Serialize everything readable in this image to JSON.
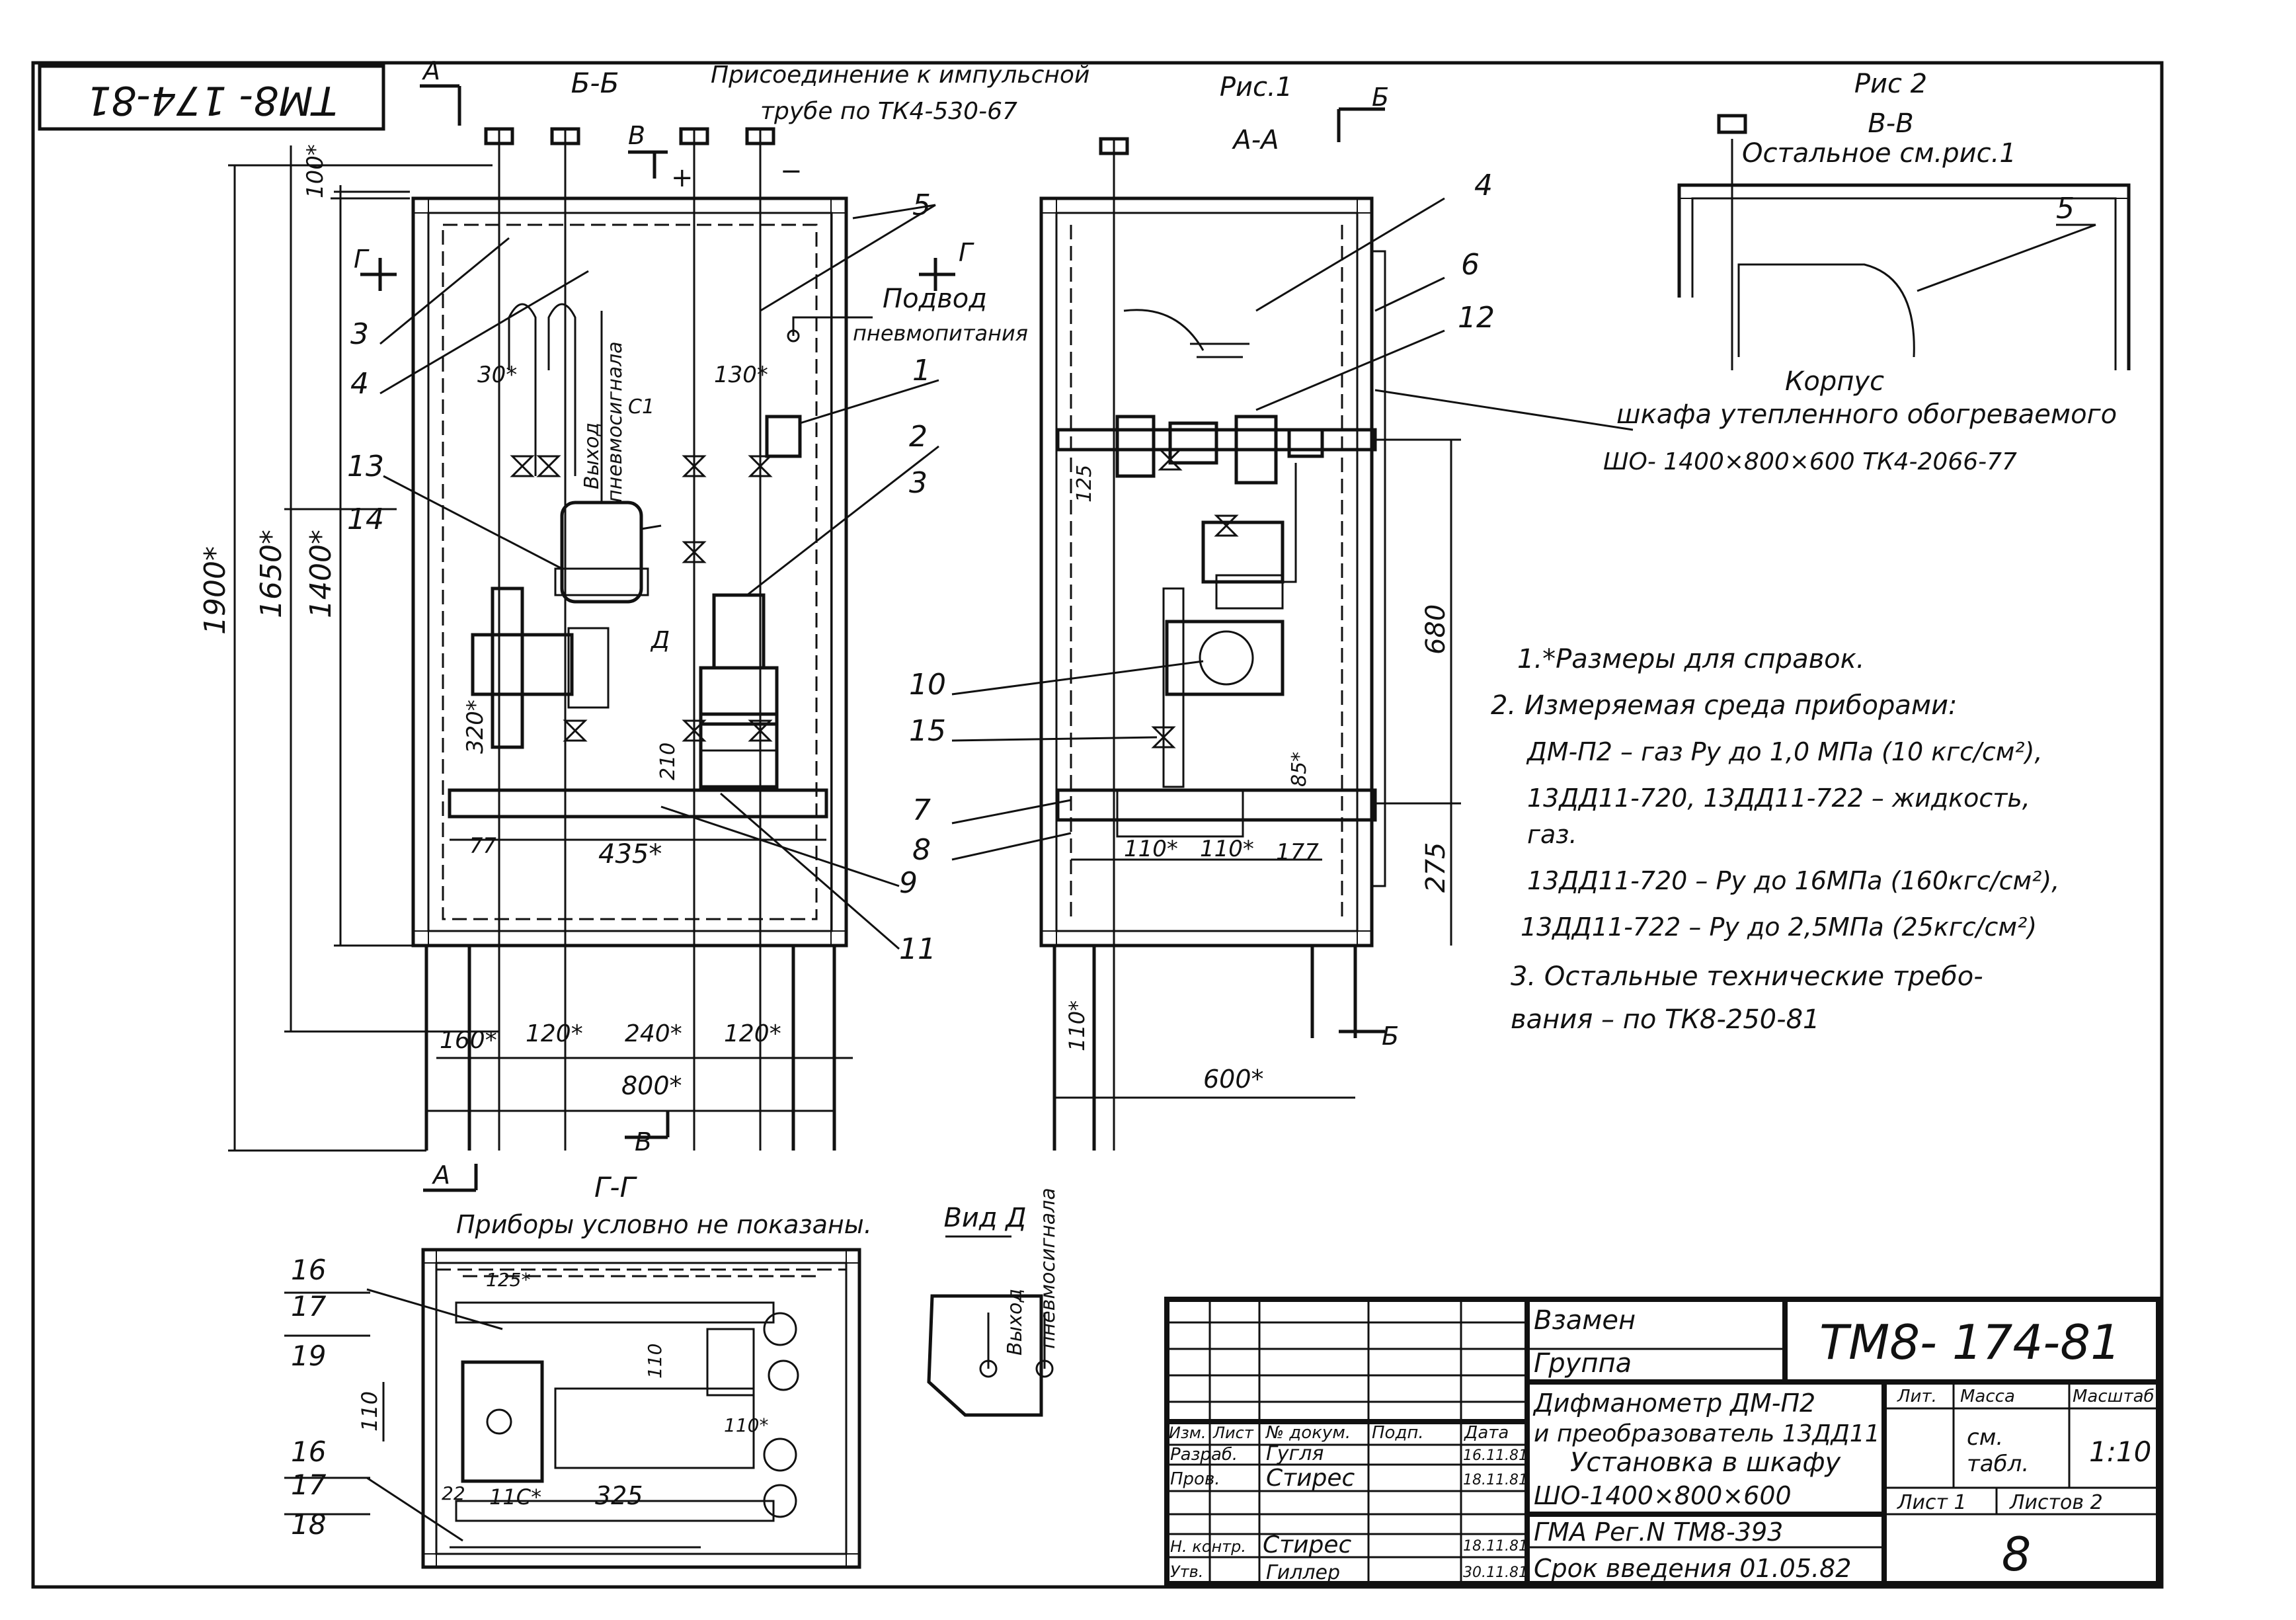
{
  "doc_code": "ТМ8- 174-81",
  "views": {
    "section_bb": "Б-Б",
    "figure1": "Рис.1",
    "section_aa": "А-А",
    "figure2": "Рис 2",
    "section_vv": "В-В",
    "section_gg": "Г-Г",
    "view_d": "Вид Д"
  },
  "cut_marks": {
    "a": "А",
    "b": "Б",
    "v": "В",
    "g": "Г",
    "d": "Д"
  },
  "annotations": {
    "impulse_connection_line1": "Присоединение к импульсной",
    "impulse_connection_line2": "трубе по ТК4-530-67",
    "pneumo_supply_line1": "Подвод",
    "pneumo_supply_line2": "пневмопитания",
    "pneumo_signal_out_line1": "Выход",
    "pneumo_signal_out_line2": "пневмосигнала",
    "rest_see_fig1": "Остальное см.рис.1",
    "case_line1": "Корпус",
    "case_line2": "шкафа утепленного обогреваемого",
    "case_line3": "ШО- 1400×800×600  ТК4-2066-77",
    "instruments_not_shown": "Приборы условно не показаны.",
    "plus": "+",
    "minus": "−",
    "c1": "С1"
  },
  "notes": [
    "1.*Размеры для справок.",
    "2. Измеряемая среда приборами:",
    "ДМ-П2 – газ     Ру до 1,0 МПа (10 кгс/см²),",
    "13ДД11-720, 13ДД11-722 – жидкость,",
    "газ.",
    "13ДД11-720 – Ру до 16МПа (160кгс/см²),",
    "13ДД11-722 – Ру до 2,5МПа (25кгс/см²)",
    "3. Остальные технические требо-",
    "вания – по ТК8-250-81"
  ],
  "dimensions": {
    "d100": "100*",
    "d1900": "1900*",
    "d1650": "1650*",
    "d1400": "1400*",
    "d30": "30*",
    "d130": "130*",
    "d320": "320*",
    "d210": "210",
    "d77": "77",
    "d435": "435*",
    "d160": "160*",
    "d120a": "120*",
    "d240": "240*",
    "d120b": "120*",
    "d800": "800*",
    "d125": "125",
    "d680": "680",
    "d275": "275",
    "d85": "85*",
    "d110a": "110*",
    "d110b": "110*",
    "d177": "177",
    "d110c": "110*",
    "d600": "600*",
    "g125": "125*",
    "g110": "110",
    "g110b": "110*",
    "g110v": "110",
    "g22": "22",
    "g110c": "11С*",
    "g325": "325"
  },
  "callouts": {
    "c1": "1",
    "c2": "2",
    "c3a": "3",
    "c3b": "3",
    "c4a": "4",
    "c4b": "4",
    "c5a": "5",
    "c5b": "5",
    "c6": "6",
    "c7": "7",
    "c8": "8",
    "c9": "9",
    "c10": "10",
    "c11": "11",
    "c12": "12",
    "c13": "13",
    "c14": "14",
    "c15": "15",
    "c16a": "16",
    "c17a": "17",
    "c19": "19",
    "c16b": "16",
    "c17b": "17",
    "c18": "18"
  },
  "title_block": {
    "replaces": "Взамен",
    "group": "Группа",
    "code": "ТМ8- 174-81",
    "title_line1": "Дифманометр ДМ-П2",
    "title_line2": "и преобразователь 13ДД11",
    "title_line3": "Установка в шкафу",
    "title_line4": "ШО-1400×800×600",
    "reg": "ГМА Рег.N ТМ8-393",
    "intro_date": "Срок введения 01.05.82",
    "col_izm": "Изм.",
    "col_list": "Лист",
    "col_doc": "№ докум.",
    "col_sign": "Подп.",
    "col_date": "Дата",
    "row_razrab": "Разраб.",
    "row_prov": "Пров.",
    "row_nkontr": "Н. контр.",
    "row_utv": "Утв.",
    "razrab_name": "Гугля",
    "razrab_date": "16.11.81",
    "prov_name": "Стирес",
    "prov_date": "18.11.81",
    "nkontr_name": "Стирес",
    "nkontr_date": "18.11.81",
    "utv_name": "Гиллер",
    "utv_date": "30.11.81",
    "lit": "Лит.",
    "mass": "Масса",
    "scale_label": "Масштаб",
    "mass_value_1": "см.",
    "mass_value_2": "табл.",
    "scale": "1:10",
    "sheet": "Лист 1",
    "sheets": "Листов 2",
    "sheet_number": "8"
  }
}
